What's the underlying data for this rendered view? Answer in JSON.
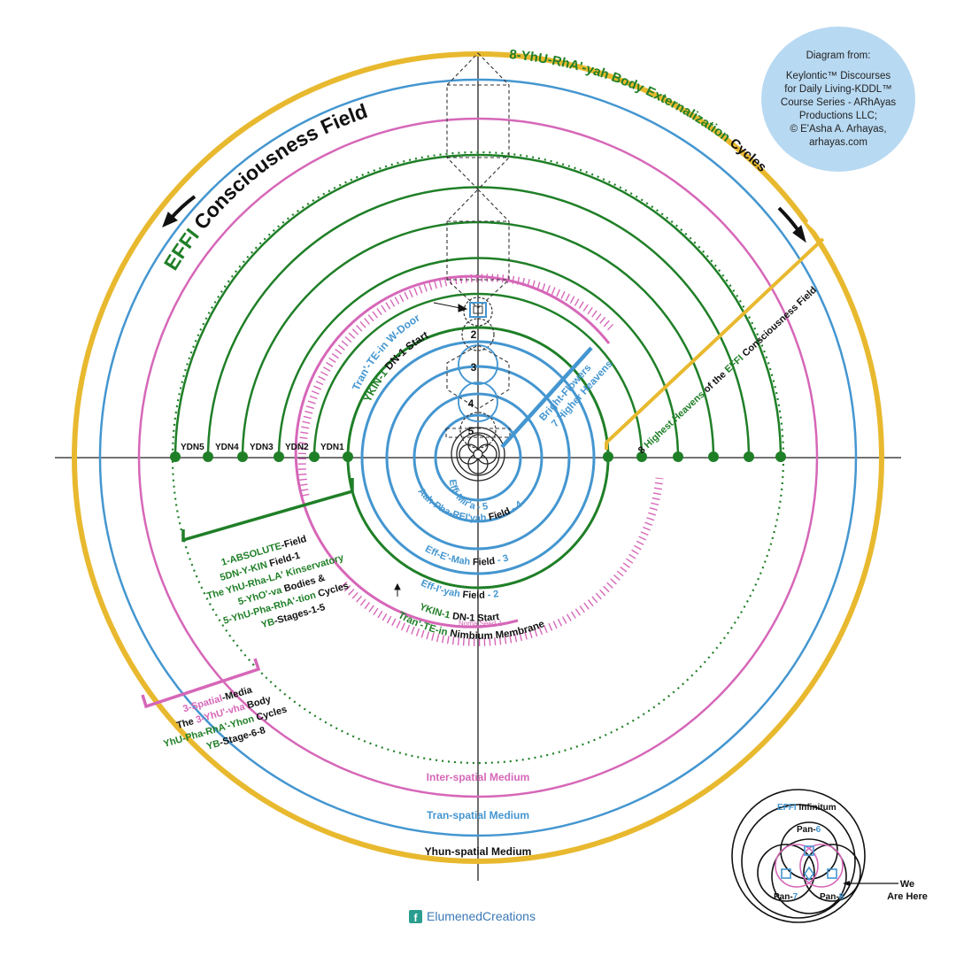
{
  "title": {
    "effi": "EFFI",
    "rest": "Consciousness Field"
  },
  "title_right": {
    "part1": "8-YhU-RhA'-yah Body Externalization",
    "part2": "Cycles"
  },
  "credit": {
    "line1": "Diagram from:",
    "line2": "Keylontic™ Discourses",
    "line3": "for Daily Living-KDDL™",
    "line4": "Course Series - ARhAyas",
    "line5": "Productions LLC;",
    "line6": "© E'Asha A. Arhayas,",
    "line7": "arhayas.com"
  },
  "ydn_labels": [
    "YDN5",
    "YDN4",
    "YDN3",
    "YDN2",
    "YDN1"
  ],
  "center_numbers": [
    "2",
    "3",
    "4",
    "5"
  ],
  "left_box": {
    "line1_a": "1-ABSOLUTE",
    "line1_b": "-Field",
    "line2_a": "5DN-Y-KIN",
    "line2_b": " Field-1",
    "line3": "The YhU-Rha-LA' Kinservatory",
    "line4_a": "5-YhO'-va",
    "line4_b": " Bodies &",
    "line5_a": "5-YhU-Pha-RhA'-tion",
    "line5_b": " Cycles",
    "line6_a": "YB",
    "line6_b": "-Stages-1-5"
  },
  "spatial_box": {
    "line1_a": "3-Spatial",
    "line1_b": "-Media",
    "line2_a": "The ",
    "line2_b": "3-YhU'-vha",
    "line2_c": " Body",
    "line3_a": "YhU-Pha-RhA'-Yhon",
    "line3_b": " Cycles",
    "line4_a": "YB",
    "line4_b": "-Stage-6-8"
  },
  "field_labels": {
    "effi_mira": "Effi-Mir'a - 5",
    "aah_a": "Aah-Pha-REI'yah",
    "aah_b": " Field",
    "aah_c": " - 4",
    "effemah_a": "Eff-E'-Mah",
    "effemah_b": " Field",
    "effemah_c": " - 3",
    "effiyah_a": "Eff-I'-yah",
    "effiyah_b": " Field",
    "effiyah_c": " - 2",
    "ykin_bottom_a": "YKIN-1",
    "ykin_bottom_b": " DN-1 Start",
    "trante_bottom_a": "Tran'-TE-in",
    "trante_bottom_b": " Nimbium Membrane",
    "noma_seed": "Noma Seed-1",
    "trante_top": "Tran'-TE-in W-Door",
    "ykin_top_a": "YKIN-1",
    "ykin_top_b": " DN-1 Start",
    "bright_flowers": "Bright-Flowers",
    "higher_heavens": "7 Higher Heavens",
    "highest_a": "8 ",
    "highest_b": "Highest Heavens",
    "highest_c": " of the ",
    "highest_d": "EFFI",
    "highest_e": " Consciousness Field"
  },
  "media_labels": {
    "inter": "Inter-spatial Medium",
    "tran": "Tran-spatial Medium",
    "yhun": "Yhun-spatial Medium"
  },
  "inset": {
    "title_a": "EFFI",
    "title_b": " Infinitum",
    "pan6_a": "Pan-",
    "pan6_b": "6",
    "pan7_a": "Pan-",
    "pan7_b": "7",
    "pan8_a": "Pan-",
    "pan8_b": "8",
    "we": "We",
    "here": "Are Here"
  },
  "footer": {
    "text": "ElumenedCreations"
  },
  "colors": {
    "gold": "#e8b92f",
    "blue": "#4496d0",
    "pink": "#d667b8",
    "green": "#1f7f27",
    "dark_green": "#16781f",
    "credit_bg": "#b8d9f2"
  }
}
